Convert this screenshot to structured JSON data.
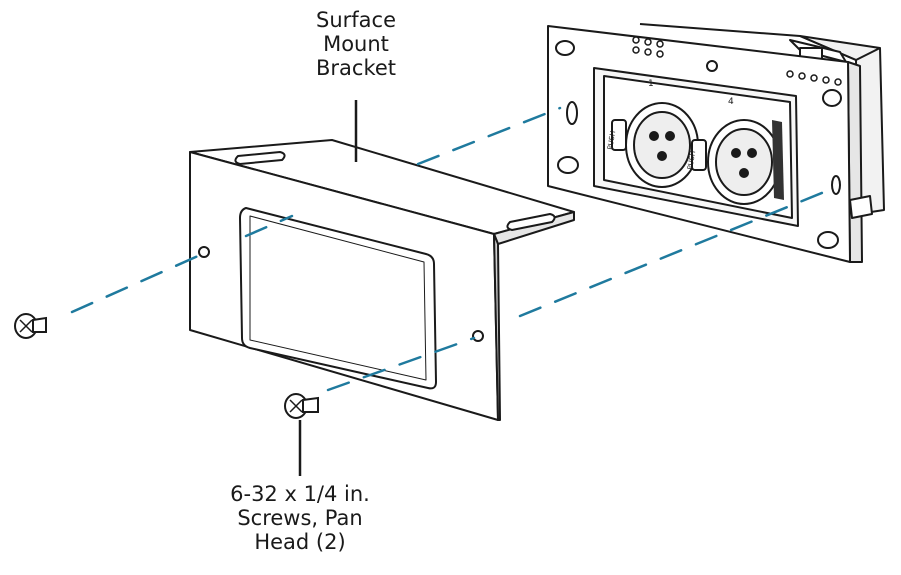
{
  "callouts": {
    "bracket": {
      "lines": [
        "Surface",
        "Mount",
        "Bracket"
      ]
    },
    "screws": {
      "lines": [
        "6-32 x 1/4 in.",
        "Screws, Pan",
        "Head (2)"
      ]
    }
  },
  "device": {
    "port_labels": [
      "1",
      "4"
    ],
    "push_label": "PUSH"
  },
  "colors": {
    "line": "#1a1a1a",
    "leader": "#1f7a9e",
    "paper": "#ffffff",
    "shade": "#dcdcdc"
  },
  "icons": [
    "screw-icon",
    "xlr-connector-icon"
  ]
}
